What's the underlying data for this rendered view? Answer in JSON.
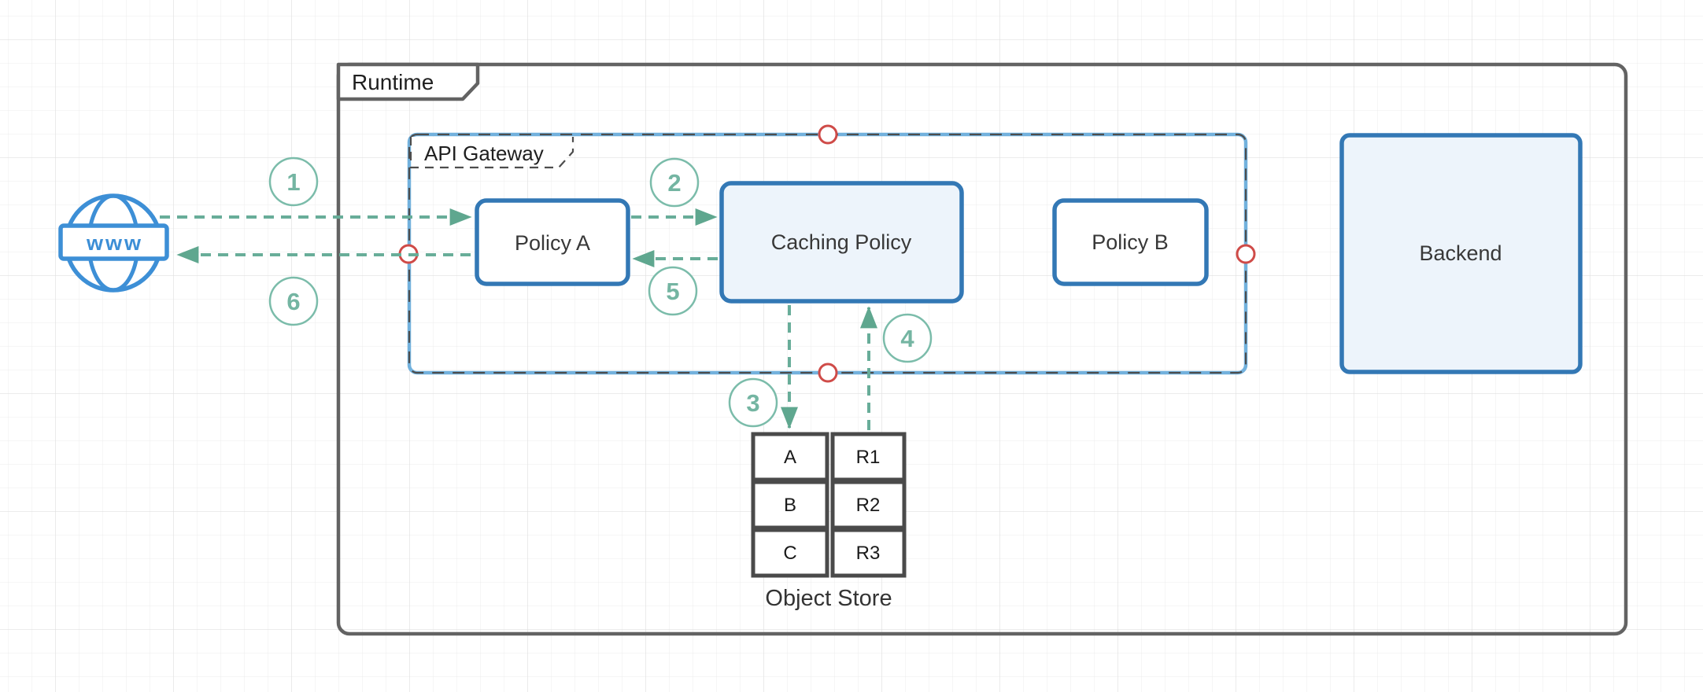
{
  "diagram": {
    "runtime_label": "Runtime",
    "api_gateway_label": "API Gateway",
    "nodes": {
      "www": "www",
      "policy_a": "Policy A",
      "caching_policy": "Caching Policy",
      "policy_b": "Policy B",
      "backend": "Backend"
    },
    "steps": [
      "1",
      "2",
      "3",
      "4",
      "5",
      "6"
    ],
    "object_store": {
      "title": "Object Store",
      "rows": [
        {
          "key": "A",
          "value": "R1"
        },
        {
          "key": "B",
          "value": "R2"
        },
        {
          "key": "C",
          "value": "R3"
        }
      ]
    },
    "colors": {
      "node_border_blue": "#3378b5",
      "node_fill_light_blue": "#edf4fb",
      "container_border_gray": "#636363",
      "gateway_border_blue": "#72b1dd",
      "gateway_dash_gray": "#4d4d4d",
      "flow_arrow_teal": "#68ad99",
      "step_circle_teal": "#7bbcaa",
      "globe_blue": "#3d8fd6",
      "connection_point_red": "#cf4b48",
      "table_border_gray": "#4a4a4a"
    }
  }
}
